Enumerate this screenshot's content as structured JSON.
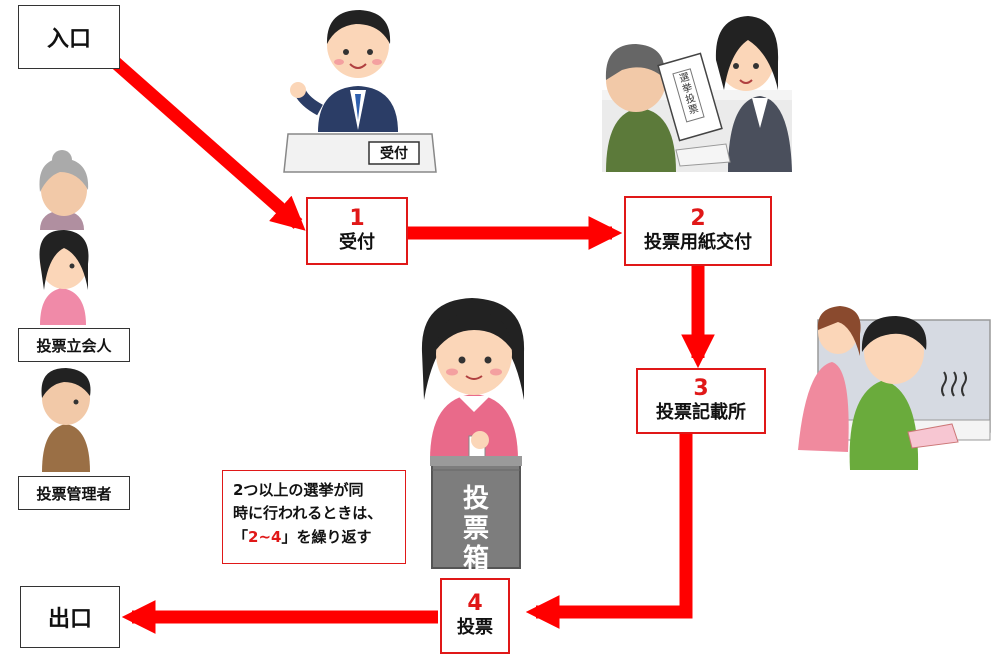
{
  "entrance": "入口",
  "exit": "出口",
  "steps": [
    {
      "num": "1",
      "label": "受付"
    },
    {
      "num": "2",
      "label": "投票用紙交付"
    },
    {
      "num": "3",
      "label": "投票記載所"
    },
    {
      "num": "4",
      "label": "投票"
    }
  ],
  "roles": {
    "witness": "投票立会人",
    "administrator": "投票管理者"
  },
  "note": {
    "line1": "2つ以上の選挙が同",
    "line2": "時に行われるときは、",
    "line3_prefix": "「",
    "line3_highlight": "2~4",
    "line3_suffix": "」を繰り返す"
  },
  "illustration_text": {
    "reception_desk_sign": "受付",
    "ballot_box": "投票箱",
    "ballot_paper": "選挙投票"
  },
  "colors": {
    "accent": "#e01818",
    "arrow": "#ff0000"
  }
}
